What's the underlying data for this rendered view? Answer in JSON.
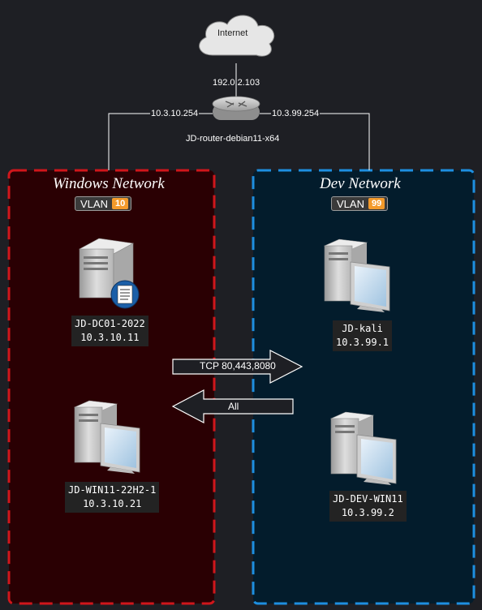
{
  "internet": {
    "label": "Internet",
    "ip": "192.0.2.103"
  },
  "router": {
    "name": "JD-router-debian11-x64",
    "left_ip": "10.3.10.254",
    "right_ip": "10.3.99.254"
  },
  "windows_network": {
    "title": "Windows Network",
    "vlan_label": "VLAN",
    "vlan_id": "10",
    "color": "#d0161b",
    "hosts": [
      {
        "name": "JD-DC01-2022",
        "ip": "10.3.10.11",
        "icon": "server-icon"
      },
      {
        "name": "JD-WIN11-22H2-1",
        "ip": "10.3.10.21",
        "icon": "workstation-icon"
      }
    ]
  },
  "dev_network": {
    "title": "Dev Network",
    "vlan_label": "VLAN",
    "vlan_id": "99",
    "color": "#1e8fe0",
    "hosts": [
      {
        "name": "JD-kali",
        "ip": "10.3.99.1",
        "icon": "workstation-icon"
      },
      {
        "name": "JD-DEV-WIN11",
        "ip": "10.3.99.2",
        "icon": "workstation-icon"
      }
    ]
  },
  "flows": [
    {
      "label": "TCP 80,443,8080",
      "direction": "windows-to-dev"
    },
    {
      "label": "All",
      "direction": "dev-to-windows"
    }
  ]
}
